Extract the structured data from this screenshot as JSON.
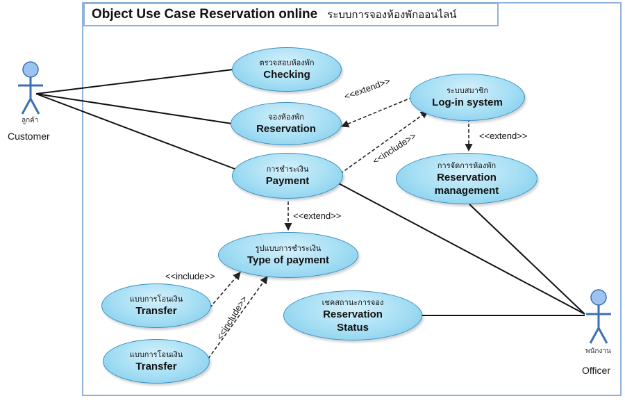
{
  "title": {
    "english": "Object Use Case Reservation online",
    "thai": "ระบบการจองห้องพักออนไลน์"
  },
  "actors": {
    "customer": {
      "thai": "ลูกค้า",
      "label": "Customer"
    },
    "officer": {
      "thai": "พนักงาน",
      "label": "Officer"
    }
  },
  "use_cases": {
    "checking": {
      "thai": "ตรวจสอบห้องพัก",
      "label": "Checking"
    },
    "reservation": {
      "thai": "จองห้องพัก",
      "label": "Reservation"
    },
    "payment": {
      "thai": "การชำระเงิน",
      "label": "Payment"
    },
    "login": {
      "thai": "ระบบสมาชิก",
      "label": "Log-in system"
    },
    "reservation_management": {
      "thai": "การจัดการห้องพัก",
      "label": "Reservation management"
    },
    "type_of_payment": {
      "thai": "รูปแบบการชำระเงิน",
      "label": "Type of payment"
    },
    "transfer_1": {
      "thai": "แบบการโอนเงิน",
      "label": "Transfer"
    },
    "transfer_2": {
      "thai": "แบบการโอนเงิน",
      "label": "Transfer"
    },
    "reservation_status": {
      "thai": "เชคสถานะการจอง",
      "label": "Reservation Status"
    }
  },
  "relations": {
    "extend_reservation_login": "<<extend>>",
    "include_payment_login": "<<include>>",
    "extend_login_management": "<<extend>>",
    "extend_payment_type": "<<extend>>",
    "include_transfer1_type": "<<include>>",
    "include_transfer2_type": "<<include>>"
  }
}
